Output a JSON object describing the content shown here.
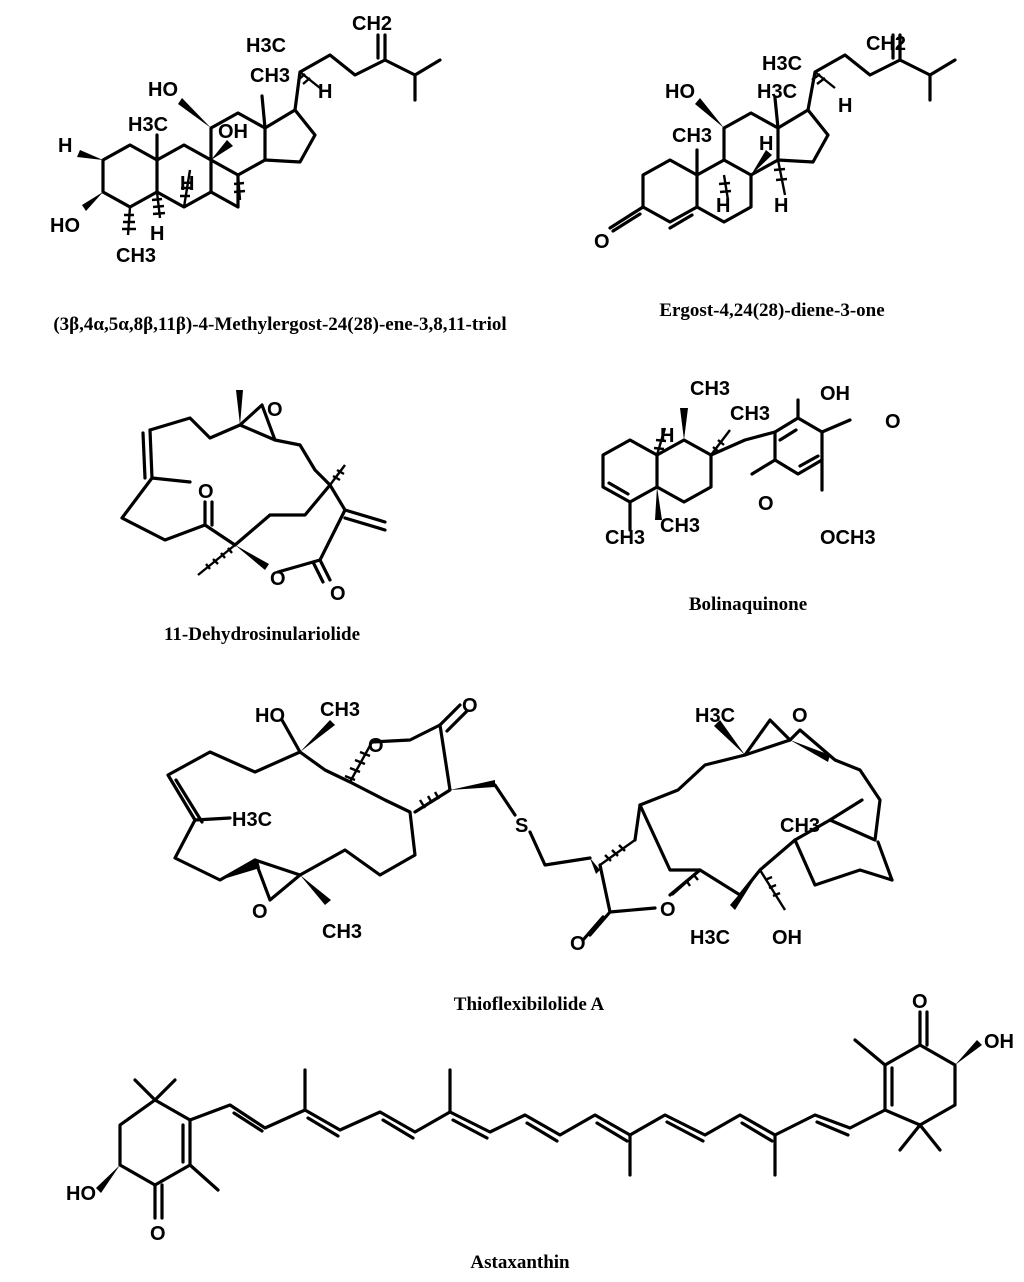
{
  "compounds": [
    {
      "name": "(3β,4α,5α,8β,11β)-4-Methylergost-24(28)-ene-3,8,11-triol",
      "labels": [
        "CH2",
        "H3C",
        "CH3",
        "H",
        "HO",
        "H3C",
        "OH",
        "H",
        "HO",
        "H",
        "H",
        "CH3"
      ]
    },
    {
      "name": "Ergost-4,24(28)-diene-3-one",
      "labels": [
        "CH2",
        "H3C",
        "HO",
        "H3C",
        "H",
        "CH3",
        "H",
        "H",
        "H",
        "O"
      ]
    },
    {
      "name": "11-Dehydrosinulariolide",
      "labels": [
        "O",
        "O",
        "O",
        "O"
      ]
    },
    {
      "name": "Bolinaquinone",
      "labels": [
        "CH3",
        "OH",
        "H",
        "CH3",
        "O",
        "O",
        "CH3",
        "CH3",
        "OCH3"
      ]
    },
    {
      "name": "Thioflexibilolide A",
      "labels": [
        "HO",
        "CH3",
        "O",
        "O",
        "H3C",
        "O",
        "CH3",
        "S",
        "H3C",
        "O",
        "CH3",
        "O",
        "O",
        "H3C",
        "OH"
      ]
    },
    {
      "name": "Astaxanthin",
      "labels": [
        "O",
        "OH",
        "HO",
        "O"
      ]
    }
  ]
}
